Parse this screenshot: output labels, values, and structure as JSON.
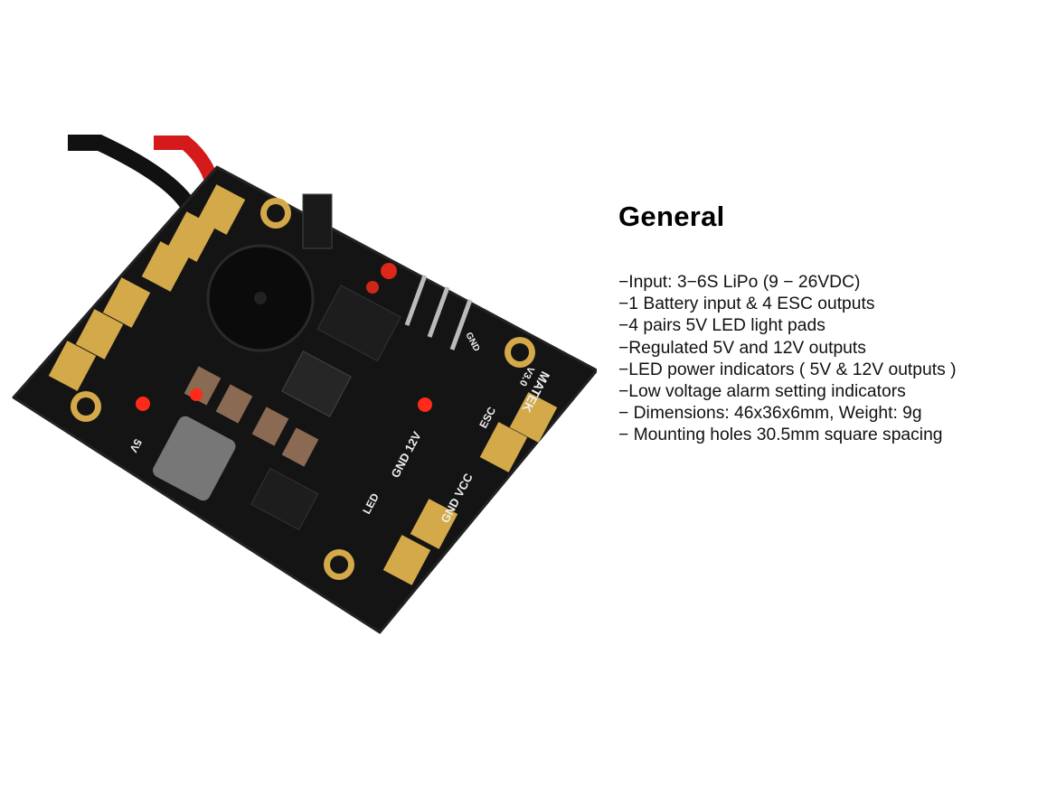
{
  "product": {
    "silkscreen": {
      "brand": "MATEK",
      "version": "V3.0",
      "gnd_12v": "GND 12V",
      "gnd_vcc": "GND VCC",
      "esc": "ESC",
      "led": "LED",
      "five_v": "5V",
      "gnd": "GND"
    },
    "colors": {
      "board": "#141414",
      "pad": "#d4a94a",
      "led": "#ff2a1a",
      "wire_red": "#d41a1a",
      "wire_black": "#111111"
    }
  },
  "section": {
    "title": "General",
    "specs": [
      "−Input: 3−6S LiPo (9 − 26VDC)",
      "−1 Battery input & 4 ESC outputs",
      "−4 pairs 5V LED light pads",
      "−Regulated 5V and 12V outputs",
      "−LED power indicators ( 5V & 12V outputs )",
      "−Low voltage alarm setting indicators",
      "− Dimensions: 46x36x6mm, Weight: 9g",
      "− Mounting holes 30.5mm square spacing"
    ]
  }
}
